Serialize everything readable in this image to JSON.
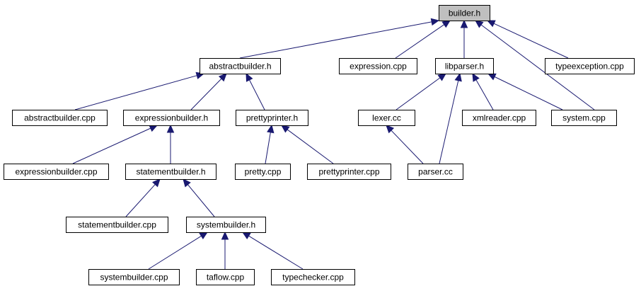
{
  "graph": {
    "nodes": [
      {
        "id": "builder_h",
        "label": "builder.h",
        "root": true
      },
      {
        "id": "abstractbuilder_h",
        "label": "abstractbuilder.h"
      },
      {
        "id": "expression_cpp",
        "label": "expression.cpp"
      },
      {
        "id": "libparser_h",
        "label": "libparser.h"
      },
      {
        "id": "typeexception_cpp",
        "label": "typeexception.cpp"
      },
      {
        "id": "abstractbuilder_cpp",
        "label": "abstractbuilder.cpp"
      },
      {
        "id": "expressionbuilder_h",
        "label": "expressionbuilder.h"
      },
      {
        "id": "prettyprinter_h",
        "label": "prettyprinter.h"
      },
      {
        "id": "lexer_cc",
        "label": "lexer.cc"
      },
      {
        "id": "xmlreader_cpp",
        "label": "xmlreader.cpp"
      },
      {
        "id": "system_cpp",
        "label": "system.cpp"
      },
      {
        "id": "expressionbuilder_cpp",
        "label": "expressionbuilder.cpp"
      },
      {
        "id": "statementbuilder_h",
        "label": "statementbuilder.h"
      },
      {
        "id": "pretty_cpp",
        "label": "pretty.cpp"
      },
      {
        "id": "prettyprinter_cpp",
        "label": "prettyprinter.cpp"
      },
      {
        "id": "parser_cc",
        "label": "parser.cc"
      },
      {
        "id": "statementbuilder_cpp",
        "label": "statementbuilder.cpp"
      },
      {
        "id": "systembuilder_h",
        "label": "systembuilder.h"
      },
      {
        "id": "systembuilder_cpp",
        "label": "systembuilder.cpp"
      },
      {
        "id": "taflow_cpp",
        "label": "taflow.cpp"
      },
      {
        "id": "typechecker_cpp",
        "label": "typechecker.cpp"
      }
    ],
    "edges": [
      {
        "from": "abstractbuilder_h",
        "to": "builder_h"
      },
      {
        "from": "expression_cpp",
        "to": "builder_h"
      },
      {
        "from": "libparser_h",
        "to": "builder_h"
      },
      {
        "from": "system_cpp",
        "to": "builder_h"
      },
      {
        "from": "typeexception_cpp",
        "to": "builder_h"
      },
      {
        "from": "abstractbuilder_cpp",
        "to": "abstractbuilder_h"
      },
      {
        "from": "expressionbuilder_h",
        "to": "abstractbuilder_h"
      },
      {
        "from": "prettyprinter_h",
        "to": "abstractbuilder_h"
      },
      {
        "from": "lexer_cc",
        "to": "libparser_h"
      },
      {
        "from": "parser_cc",
        "to": "libparser_h"
      },
      {
        "from": "xmlreader_cpp",
        "to": "libparser_h"
      },
      {
        "from": "system_cpp",
        "to": "libparser_h"
      },
      {
        "from": "expressionbuilder_cpp",
        "to": "expressionbuilder_h"
      },
      {
        "from": "statementbuilder_h",
        "to": "expressionbuilder_h"
      },
      {
        "from": "pretty_cpp",
        "to": "prettyprinter_h"
      },
      {
        "from": "prettyprinter_cpp",
        "to": "prettyprinter_h"
      },
      {
        "from": "parser_cc",
        "to": "lexer_cc"
      },
      {
        "from": "statementbuilder_cpp",
        "to": "statementbuilder_h"
      },
      {
        "from": "systembuilder_h",
        "to": "statementbuilder_h"
      },
      {
        "from": "systembuilder_cpp",
        "to": "systembuilder_h"
      },
      {
        "from": "taflow_cpp",
        "to": "systembuilder_h"
      },
      {
        "from": "typechecker_cpp",
        "to": "systembuilder_h"
      }
    ],
    "colors": {
      "edge": "#191970",
      "root_fill": "#bfbfbf",
      "node_fill": "#ffffff",
      "border": "#000000"
    }
  }
}
